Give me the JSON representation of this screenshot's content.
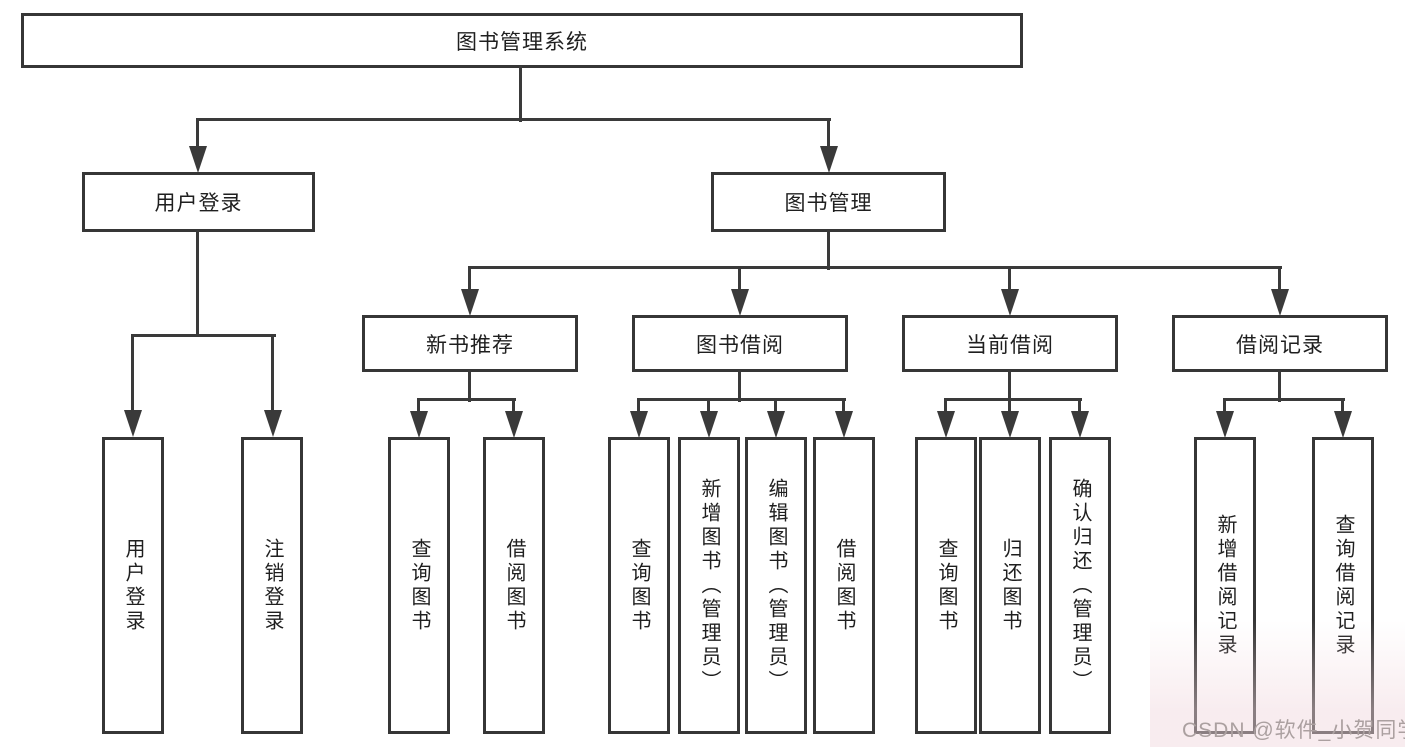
{
  "colors": {
    "line": "#3a3a3a",
    "box_border": "#363636",
    "text": "#1f1f1f",
    "watermark_text": "#aba0a0",
    "background": "#ffffff"
  },
  "nodes": {
    "root": {
      "label": "图书管理系统"
    },
    "level2": [
      {
        "label": "用户登录"
      },
      {
        "label": "图书管理"
      }
    ],
    "level3": [
      {
        "label": "新书推荐"
      },
      {
        "label": "图书借阅"
      },
      {
        "label": "当前借阅"
      },
      {
        "label": "借阅记录"
      }
    ],
    "leaves_user_login": [
      {
        "label": "用户登录"
      },
      {
        "label": "注销登录"
      }
    ],
    "leaves_new_book": [
      {
        "label": "查询图书"
      },
      {
        "label": "借阅图书"
      }
    ],
    "leaves_book_borrow": [
      {
        "label": "查询图书"
      },
      {
        "label": "新增图书（管理员）"
      },
      {
        "label": "编辑图书（管理员）"
      },
      {
        "label": "借阅图书"
      }
    ],
    "leaves_current_borrow": [
      {
        "label": "查询图书"
      },
      {
        "label": "归还图书"
      },
      {
        "label": "确认归还（管理员）"
      }
    ],
    "leaves_borrow_records": [
      {
        "label": "新增借阅记录"
      },
      {
        "label": "查询借阅记录"
      }
    ]
  },
  "watermark": {
    "text": "CSDN @软件_小贺同学"
  }
}
